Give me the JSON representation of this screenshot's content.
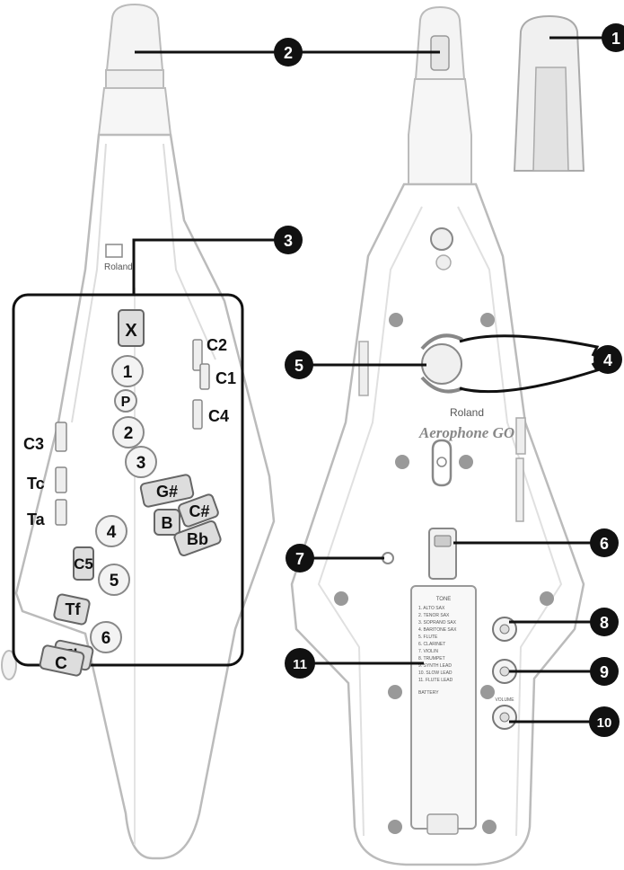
{
  "callouts": [
    "1",
    "2",
    "3",
    "4",
    "5",
    "6",
    "7",
    "8",
    "9",
    "10",
    "11"
  ],
  "front_keys": {
    "x": "X",
    "k1": "1",
    "p": "P",
    "k2": "2",
    "k3": "3",
    "k4": "4",
    "k5": "5",
    "k6": "6",
    "gs": "G#",
    "cs": "C#",
    "b": "B",
    "bb": "Bb",
    "c2": "C2",
    "c1": "C1",
    "c4": "C4",
    "c3": "C3",
    "tc": "Tc",
    "ta": "Ta",
    "tf": "Tf",
    "c5": "C5",
    "eb": "Eb",
    "c": "C"
  },
  "brand": "Roland",
  "model": "Aerophone GO",
  "rear_labels": {
    "tone": "TONE",
    "volume": "VOLUME",
    "tone_list": [
      "1. ALTO SAX",
      "2. TENOR SAX",
      "3. SOPRANO SAX",
      "4. BARITONE SAX",
      "5. FLUTE",
      "6. CLARINET",
      "7. VIOLIN",
      "8. TRUMPET",
      "9. SYNTH LEAD",
      "10. SLOW LEAD",
      "11. FLUTE LEAD"
    ],
    "battery": "BATTERY"
  }
}
